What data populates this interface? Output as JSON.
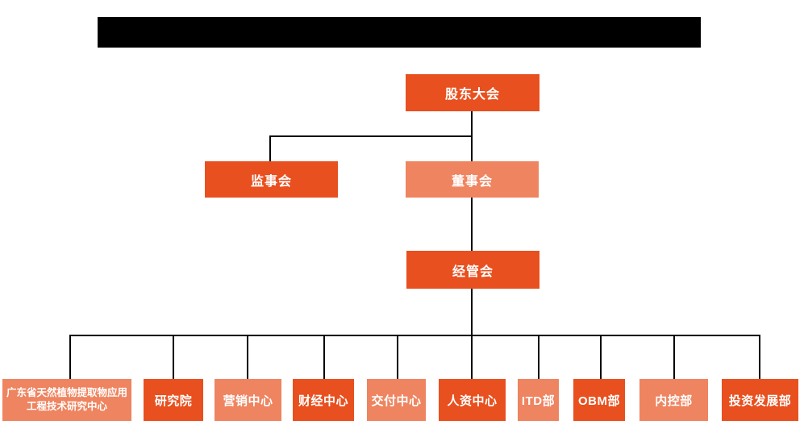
{
  "title_bar": {
    "label": "",
    "note": "redacted-black-bar",
    "color": "#000000"
  },
  "colors": {
    "primary_orange": "#E8501F",
    "secondary_salmon": "#EE8460",
    "connector_line": "#000000",
    "node_text": "#ffffff",
    "background": "#ffffff"
  },
  "chart": {
    "type": "org-chart",
    "root": {
      "label": "股东大会",
      "variant": "primary"
    },
    "level2": [
      {
        "label": "监事会",
        "variant": "primary",
        "parent": "股东大会"
      },
      {
        "label": "董事会",
        "variant": "secondary",
        "parent": "股东大会"
      }
    ],
    "level3": {
      "label": "经管会",
      "variant": "primary",
      "parent": "董事会"
    },
    "departments": [
      {
        "label": "广东省天然植物提取物应用工程技术研究中心",
        "variant": "secondary",
        "parent": "经管会"
      },
      {
        "label": "研究院",
        "variant": "primary",
        "parent": "经管会"
      },
      {
        "label": "营销中心",
        "variant": "secondary",
        "parent": "经管会"
      },
      {
        "label": "财经中心",
        "variant": "primary",
        "parent": "经管会"
      },
      {
        "label": "交付中心",
        "variant": "secondary",
        "parent": "经管会"
      },
      {
        "label": "人资中心",
        "variant": "primary",
        "parent": "经管会"
      },
      {
        "label": "ITD部",
        "variant": "secondary",
        "parent": "经管会"
      },
      {
        "label": "OBM部",
        "variant": "primary",
        "parent": "经管会"
      },
      {
        "label": "内控部",
        "variant": "secondary",
        "parent": "经管会"
      },
      {
        "label": "投资发展部",
        "variant": "primary",
        "parent": "经管会"
      }
    ]
  }
}
